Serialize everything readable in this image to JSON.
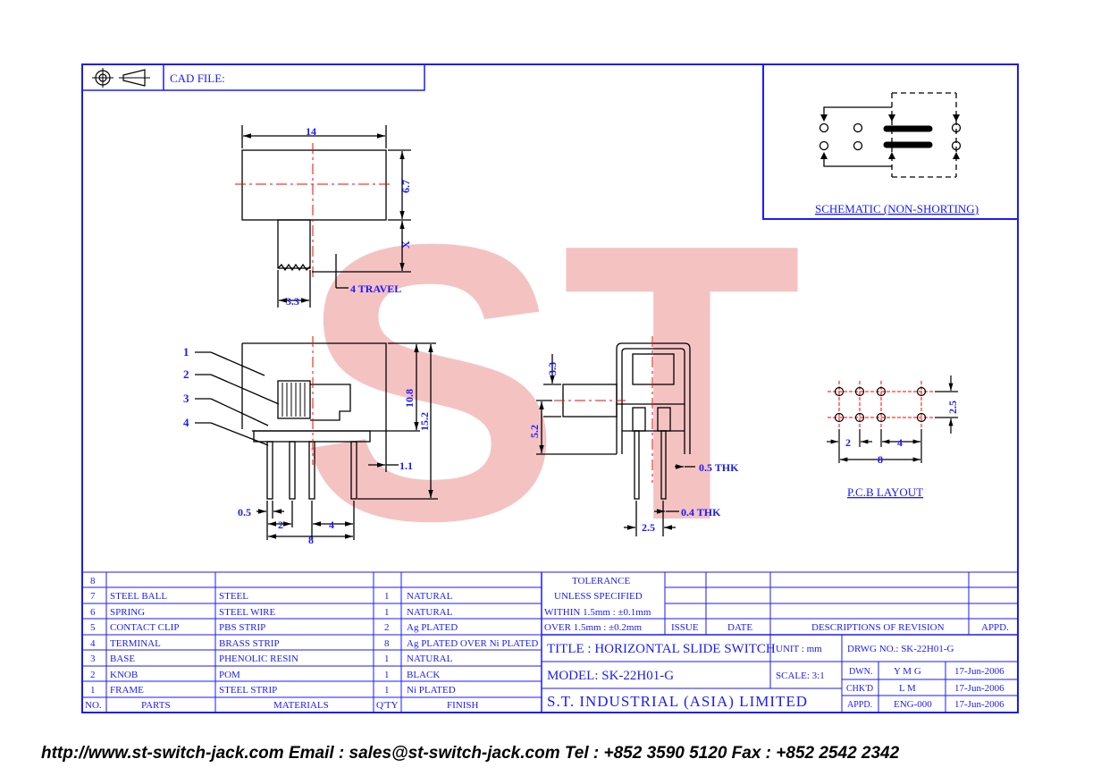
{
  "cad_file_label": "CAD FILE:",
  "watermark": "ST",
  "dims": {
    "top_width": "14",
    "top_height": "6.7",
    "top_x": "X",
    "top_3_3": "3.3",
    "travel": "4 TRAVEL",
    "front_10_8": "10.8",
    "front_15_2": "15.2",
    "front_1_1": "1.1",
    "front_0_5": "0.5",
    "front_2": "2",
    "front_4": "4",
    "front_8": "8",
    "side_3_3": "3.3",
    "side_5_2": "5.2",
    "side_0_5_thk": "0.5 THK",
    "side_0_4_thk": "0.4 THK",
    "side_2_5": "2.5",
    "pcb_2_5": "2.5",
    "pcb_2": "2",
    "pcb_4": "4",
    "pcb_8": "8"
  },
  "callouts": [
    "1",
    "2",
    "3",
    "4"
  ],
  "schematic_label": "SCHEMATIC (NON-SHORTING)",
  "pcb_label": "P.C.B LAYOUT",
  "parts_table": {
    "rows": [
      {
        "no": "8",
        "part": "",
        "material": "",
        "qty": "",
        "finish": ""
      },
      {
        "no": "7",
        "part": "STEEL BALL",
        "material": "STEEL",
        "qty": "1",
        "finish": "NATURAL"
      },
      {
        "no": "6",
        "part": "SPRING",
        "material": "STEEL WIRE",
        "qty": "1",
        "finish": "NATURAL"
      },
      {
        "no": "5",
        "part": "CONTACT CLIP",
        "material": "PBS STRIP",
        "qty": "2",
        "finish": "Ag PLATED"
      },
      {
        "no": "4",
        "part": "TERMINAL",
        "material": "BRASS STRIP",
        "qty": "8",
        "finish": "Ag PLATED OVER Ni PLATED"
      },
      {
        "no": "3",
        "part": "BASE",
        "material": "PHENOLIC RESIN",
        "qty": "1",
        "finish": "NATURAL"
      },
      {
        "no": "2",
        "part": "KNOB",
        "material": "POM",
        "qty": "1",
        "finish": "BLACK"
      },
      {
        "no": "1",
        "part": "FRAME",
        "material": "STEEL STRIP",
        "qty": "1",
        "finish": "Ni PLATED"
      }
    ],
    "header": {
      "no": "NO.",
      "part": "PARTS",
      "material": "MATERIALS",
      "qty": "Q'TY",
      "finish": "FINISH"
    }
  },
  "tolerance": {
    "title": "TOLERANCE",
    "subtitle": "UNLESS  SPECIFIED",
    "within": "WITHIN 1.5mm : ±0.1mm",
    "over": "OVER   1.5mm : ±0.2mm"
  },
  "revision": {
    "issue": "ISSUE",
    "date": "DATE",
    "desc": "DESCRIPTIONS OF REVISION",
    "appd": "APPD."
  },
  "title_block": {
    "title": "TITLE :  HORIZONTAL SLIDE SWITCH",
    "unit": "UNIT :  mm",
    "drwg": "DRWG NO.:  SK-22H01-G",
    "model": "MODEL:  SK-22H01-G",
    "scale": "SCALE:  3:1",
    "company": "S.T. INDUSTRIAL (ASIA) LIMITED",
    "dwn_label": "DWN.",
    "dwn_name": "Y M G",
    "dwn_date": "17-Jun-2006",
    "chkd_label": "CHK'D",
    "chkd_name": "L M",
    "chkd_date": "17-Jun-2006",
    "appd_label": "APPD.",
    "appd_name": "ENG-000",
    "appd_date": "17-Jun-2006"
  },
  "footer": "http://www.st-switch-jack.com  Email : sales@st-switch-jack.com  Tel : +852 3590 5120  Fax : +852 2542 2342",
  "colors": {
    "frame": "#1a1aff",
    "dim": "#1a1aff",
    "drawing": "#000000",
    "center": "#ff0000",
    "watermark": "#f2a9a9"
  }
}
